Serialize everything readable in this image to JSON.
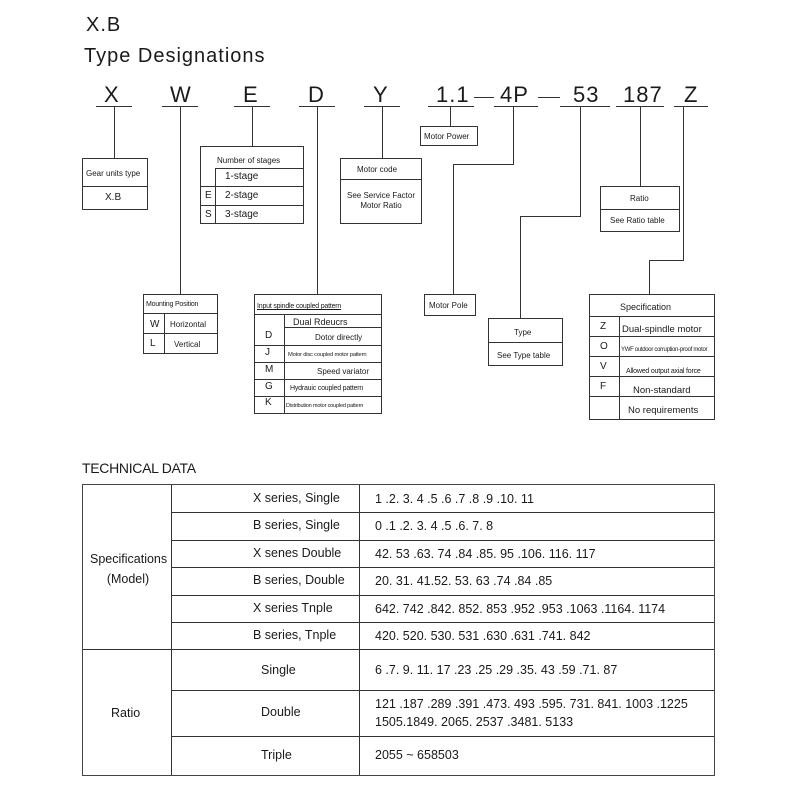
{
  "header": {
    "brand": "X.B",
    "title": "Type Designations"
  },
  "codes": [
    "X",
    "W",
    "E",
    "D",
    "Y",
    "1.1",
    "4P",
    "53",
    "187",
    "Z"
  ],
  "gear_units": {
    "label": "Gear units type",
    "value": "X.B"
  },
  "stages": {
    "label": "Number of stages",
    "rows": [
      [
        "",
        "1-stage"
      ],
      [
        "E",
        "2-stage"
      ],
      [
        "S",
        "3-stage"
      ]
    ]
  },
  "motor_code": {
    "label": "Motor code",
    "note": "See Service Factor Motor Ratio"
  },
  "motor_power": {
    "label": "Motor Power"
  },
  "ratio": {
    "label": "Ratio",
    "note": "See Ratio table"
  },
  "mounting": {
    "label": "Mounting Position",
    "rows": [
      [
        "W",
        "Horizontal"
      ],
      [
        "L",
        "Vertical"
      ]
    ]
  },
  "input": {
    "label": "Input spindle coupled pattern",
    "rows": [
      [
        "",
        "Dual Rdeucrs"
      ],
      [
        "D",
        "Dotor directly"
      ],
      [
        "J",
        "Motor disc coupled motor pattern"
      ],
      [
        "M",
        "Speed variator"
      ],
      [
        "G",
        "Hydrauic coupled pattern"
      ],
      [
        "K",
        "Distribution motor coupled pattern"
      ]
    ]
  },
  "motor_pole": {
    "label": "Motor Pole"
  },
  "type_box": {
    "label": "Type",
    "note": "See Type table"
  },
  "specification": {
    "label": "Specification",
    "rows": [
      [
        "Z",
        "Dual-spindle motor"
      ],
      [
        "O",
        "YWF outdoor corruption-proof motor"
      ],
      [
        "V",
        "Allowed output axial force"
      ],
      [
        "F",
        "Non-standard"
      ],
      [
        "",
        "No requirements"
      ]
    ]
  },
  "technical": {
    "title": "TECHNICAL DATA",
    "spec_group": "Specifications (Model)",
    "spec_rows": [
      [
        "X series, Single",
        "1 .2. 3. 4 .5 .6 .7 .8 .9 .10. 11"
      ],
      [
        "B series, Single",
        "0 .1 .2. 3. 4 .5 .6. 7. 8"
      ],
      [
        "X senes Double",
        "42. 53 .63. 74 .84 .85. 95 .106. 116. 117"
      ],
      [
        "B series, Double",
        "20. 31. 41.52. 53. 63 .74 .84 .85"
      ],
      [
        "X series Tnple",
        "642. 742 .842. 852. 853 .952 .953 .1063 .1164. 1174"
      ],
      [
        "B series, Tnple",
        "420. 520. 530. 531 .630 .631 .741. 842"
      ]
    ],
    "ratio_group": "Ratio",
    "ratio_rows": [
      [
        "Single",
        "6 .7. 9. 11. 17 .23 .25 .29 .35. 43 .59 .71. 87"
      ],
      [
        "Double",
        "121 .187 .289 .391 .473. 493 .595. 731. 841. 1003 .1225",
        "1505.1849. 2065. 2537 .3481. 5133"
      ],
      [
        "Triple",
        "2055 ~ 658503"
      ]
    ]
  }
}
